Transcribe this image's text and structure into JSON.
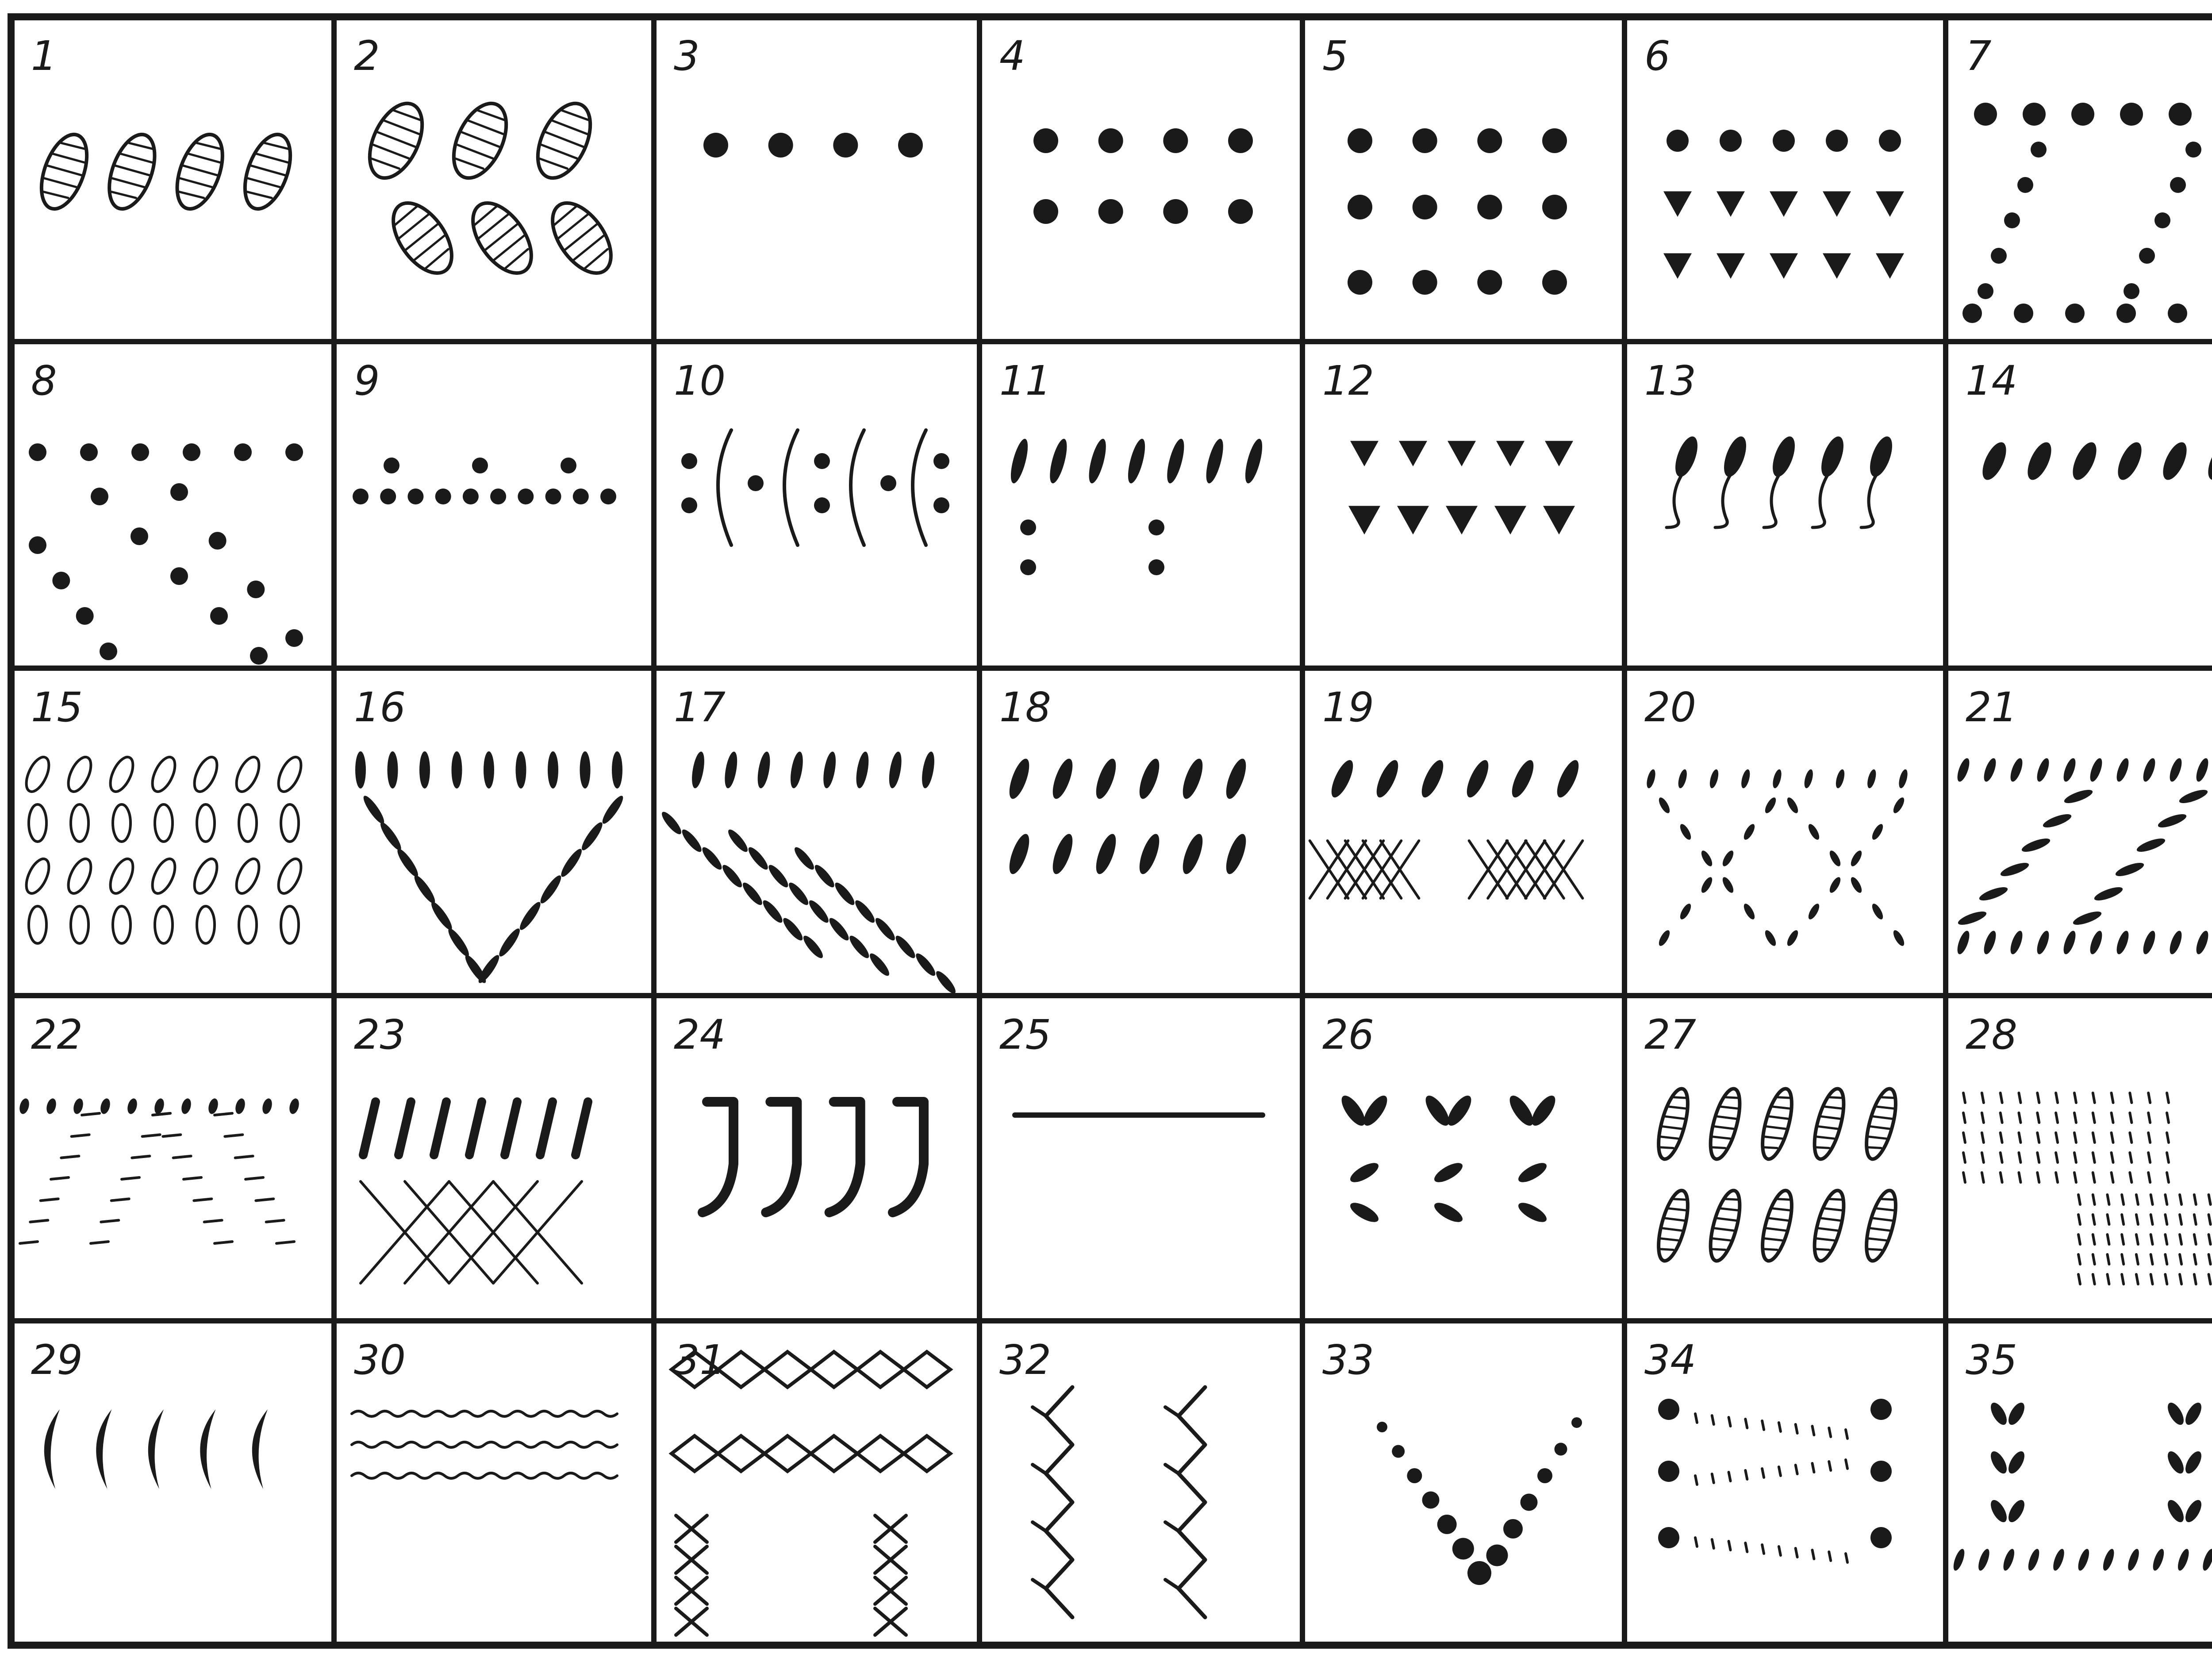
{
  "plate": {
    "background": "#ffffff",
    "ink": "#1a1a1a",
    "columns": 7,
    "rows": 5,
    "cells": [
      {
        "number": "1",
        "motif": "hatched-oval-row"
      },
      {
        "number": "2",
        "motif": "hatched-oval-two-rows"
      },
      {
        "number": "3",
        "motif": "dot-row"
      },
      {
        "number": "4",
        "motif": "dot-grid-2x4"
      },
      {
        "number": "5",
        "motif": "dot-grid-3x4"
      },
      {
        "number": "6",
        "motif": "dots-and-triangles"
      },
      {
        "number": "7",
        "motif": "dotted-zigzag"
      },
      {
        "number": "8",
        "motif": "dotted-diagonals"
      },
      {
        "number": "9",
        "motif": "dotted-two-rows"
      },
      {
        "number": "10",
        "motif": "dots-in-arcs"
      },
      {
        "number": "11",
        "motif": "strokes-with-dots"
      },
      {
        "number": "12",
        "motif": "triangle-two-rows"
      },
      {
        "number": "13",
        "motif": "comma-row"
      },
      {
        "number": "14",
        "motif": "seed-row"
      },
      {
        "number": "15",
        "motif": "hollow-ovals-grid"
      },
      {
        "number": "16",
        "motif": "stroke-v-shape"
      },
      {
        "number": "17",
        "motif": "stroke-diagonal-bands"
      },
      {
        "number": "18",
        "motif": "seed-two-rows"
      },
      {
        "number": "19",
        "motif": "seeds-and-nets"
      },
      {
        "number": "20",
        "motif": "dotted-crossing-zigzag"
      },
      {
        "number": "21",
        "motif": "stroke-zigzag-band"
      },
      {
        "number": "22",
        "motif": "dots-and-dashed-m"
      },
      {
        "number": "23",
        "motif": "bars-and-lattice"
      },
      {
        "number": "24",
        "motif": "hook-row"
      },
      {
        "number": "25",
        "motif": "single-line"
      },
      {
        "number": "26",
        "motif": "paired-leaves"
      },
      {
        "number": "27",
        "motif": "hatched-ovals-two-rows"
      },
      {
        "number": "28",
        "motif": "tick-blocks"
      },
      {
        "number": "29",
        "motif": "crescent-row"
      },
      {
        "number": "30",
        "motif": "wavy-lines"
      },
      {
        "number": "31",
        "motif": "rhombus-chains"
      },
      {
        "number": "32",
        "motif": "branching-zigzags"
      },
      {
        "number": "33",
        "motif": "dotted-v"
      },
      {
        "number": "34",
        "motif": "dotted-x-bands"
      },
      {
        "number": "35",
        "motif": "sprigs-and-border"
      }
    ]
  }
}
